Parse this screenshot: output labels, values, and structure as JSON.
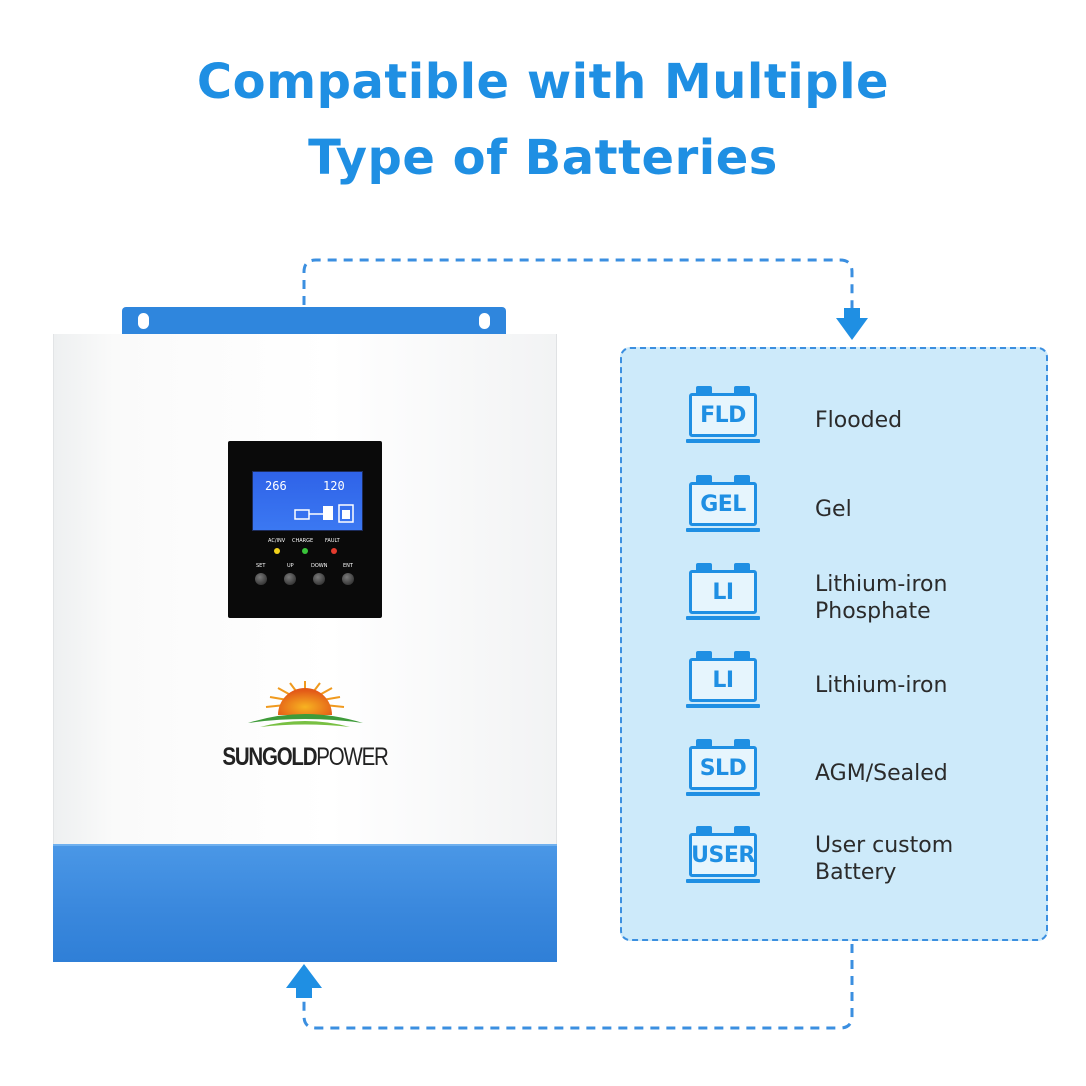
{
  "headline": {
    "line1": "Compatible with Multiple",
    "line2": "Type of Batteries"
  },
  "colors": {
    "accent_blue": "#1f8fe3",
    "panel_background": "#cdeafa",
    "inverter_base_blue": "#3a88dd"
  },
  "inverter": {
    "brand_bold": "SUNGOLD",
    "brand_light": "POWER",
    "lcd": {
      "left_reading": "266",
      "right_reading": "120"
    },
    "indicators": [
      {
        "label": "AC/INV",
        "color": "#f2d21b"
      },
      {
        "label": "CHARGE",
        "color": "#39c43a"
      },
      {
        "label": "FAULT",
        "color": "#e33b2e"
      }
    ],
    "buttons": [
      "SET",
      "UP",
      "DOWN",
      "ENT"
    ],
    "icons": {
      "sun_logo": "sun-logo-icon",
      "mount_bracket": "mount-bracket-icon"
    }
  },
  "batteries": [
    {
      "code": "FLD",
      "name_lines": [
        "Flooded"
      ]
    },
    {
      "code": "GEL",
      "name_lines": [
        "Gel"
      ]
    },
    {
      "code": "LI",
      "name_lines": [
        "Lithium-iron",
        "Phosphate"
      ]
    },
    {
      "code": "LI",
      "name_lines": [
        "Lithium-iron"
      ]
    },
    {
      "code": "SLD",
      "name_lines": [
        "AGM/Sealed"
      ]
    },
    {
      "code": "USER",
      "name_lines": [
        "User custom",
        "Battery"
      ]
    }
  ]
}
